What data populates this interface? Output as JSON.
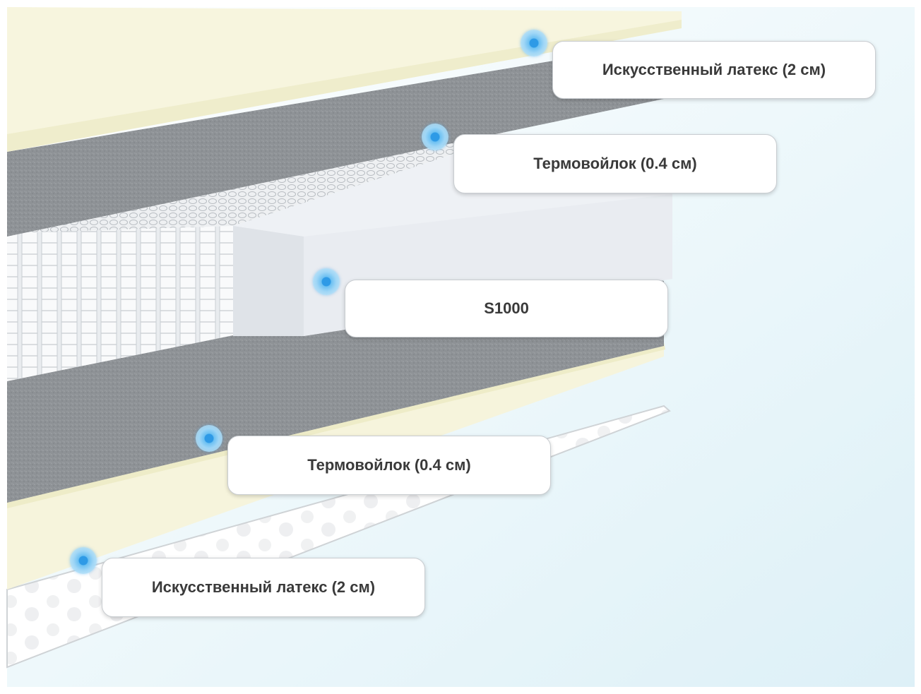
{
  "layers": [
    {
      "id": "top-latex",
      "label": "Искусственный латекс (2 см)"
    },
    {
      "id": "top-felt",
      "label": "Термовойлок (0.4 см)"
    },
    {
      "id": "spring-block",
      "label": "S1000"
    },
    {
      "id": "bottom-felt",
      "label": "Термовойлок (0.4 см)"
    },
    {
      "id": "bottom-latex",
      "label": "Искусственный латекс (2 см)"
    }
  ],
  "colors": {
    "background": "#e6f3f9",
    "latex": "#f6f4dc",
    "felt": "#8d9194",
    "springs": "#f2f4f6",
    "dot": "#2e9ae6"
  }
}
